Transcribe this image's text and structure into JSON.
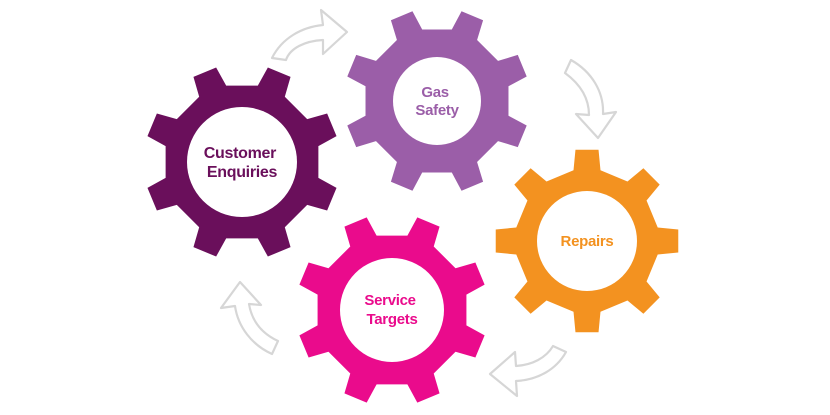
{
  "gears": [
    {
      "id": "customer-enquiries",
      "lines": [
        "Customer",
        "Enquiries"
      ],
      "color": "#6a0f5b",
      "text_color": "#6a0f5b"
    },
    {
      "id": "gas-safety",
      "lines": [
        "Gas",
        "Safety"
      ],
      "color": "#9b5ea8",
      "text_color": "#9b5ea8"
    },
    {
      "id": "repairs",
      "lines": [
        "Repairs"
      ],
      "color": "#f39220",
      "text_color": "#f39220"
    },
    {
      "id": "service-targets",
      "lines": [
        "Service",
        "Targets"
      ],
      "color": "#ea0b8c",
      "text_color": "#ea0b8c"
    }
  ],
  "arrow_color": "#d6d6d6"
}
